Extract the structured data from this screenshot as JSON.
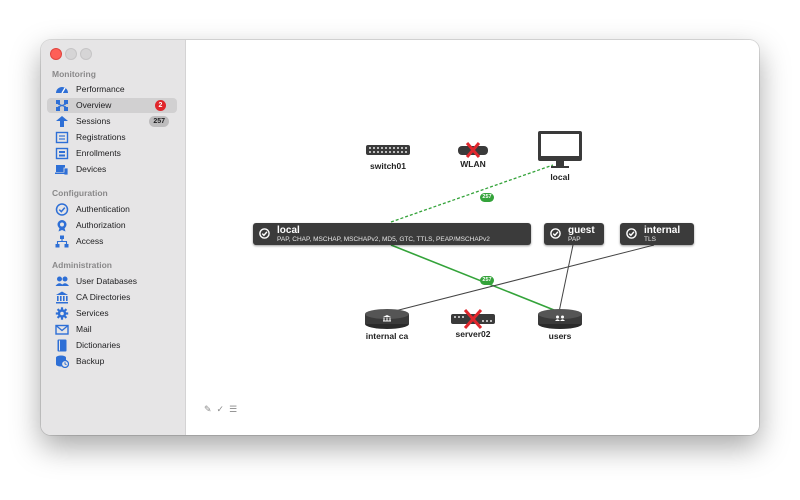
{
  "sidebar": {
    "sections": {
      "monitoring": "Monitoring",
      "configuration": "Configuration",
      "administration": "Administration"
    },
    "monitoring_items": [
      {
        "label": "Performance",
        "icon": "gauge-icon"
      },
      {
        "label": "Overview",
        "icon": "network-icon",
        "badge": "2"
      },
      {
        "label": "Sessions",
        "icon": "sessions-icon",
        "badge": "257"
      },
      {
        "label": "Registrations",
        "icon": "registrations-icon"
      },
      {
        "label": "Enrollments",
        "icon": "enrollments-icon"
      },
      {
        "label": "Devices",
        "icon": "devices-icon"
      }
    ],
    "configuration_items": [
      {
        "label": "Authentication",
        "icon": "check-circle-icon"
      },
      {
        "label": "Authorization",
        "icon": "award-icon"
      },
      {
        "label": "Access",
        "icon": "hierarchy-icon"
      }
    ],
    "administration_items": [
      {
        "label": "User Databases",
        "icon": "users-icon"
      },
      {
        "label": "CA Directories",
        "icon": "bank-icon"
      },
      {
        "label": "Services",
        "icon": "gear-icon"
      },
      {
        "label": "Mail",
        "icon": "mail-icon"
      },
      {
        "label": "Dictionaries",
        "icon": "book-icon"
      },
      {
        "label": "Backup",
        "icon": "backup-icon"
      }
    ],
    "accent_color": "#2e6fd6",
    "selected_item": "Overview"
  },
  "diagram": {
    "devices": {
      "switch01": "switch01",
      "wlan": "WLAN",
      "local": "local",
      "internal_ca": "internal ca",
      "server02": "server02",
      "users": "users"
    },
    "realms": {
      "local": {
        "title": "local",
        "subtitle": "PAP, CHAP, MSCHAP, MSCHAPv2, MD5, GTC, TTLS, PEAP/MSCHAPv2"
      },
      "guest": {
        "title": "guest",
        "subtitle": "PAP"
      },
      "internal": {
        "title": "internal",
        "subtitle": "TLS"
      }
    },
    "connection_counts": {
      "top": "257",
      "bottom": "257"
    },
    "colors": {
      "active_link": "#34a33a",
      "idle_link": "#444444",
      "error": "#e0262c"
    }
  },
  "toolbar": {
    "edit_icon": "pencil-icon",
    "check_icon": "checkmark-icon",
    "list_icon": "list-icon"
  }
}
